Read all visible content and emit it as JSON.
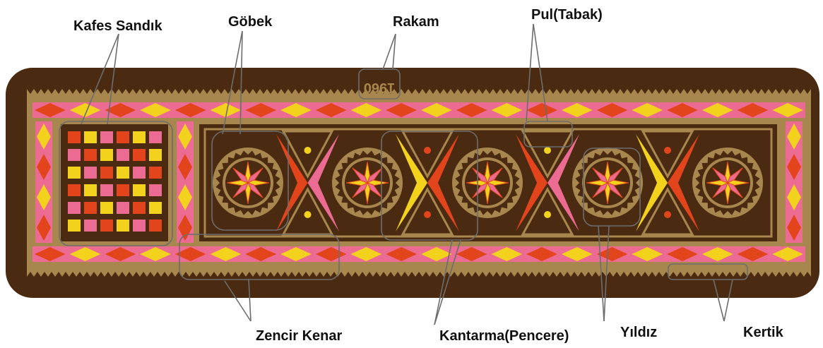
{
  "labels": {
    "kafes_sandik": "Kafes Sandık",
    "gobek": "Göbek",
    "rakam": "Rakam",
    "pul_tabak": "Pul(Tabak)",
    "zencir_kenar": "Zencir Kenar",
    "kantarma": "Kantarma(Pencere)",
    "yildiz": "Yıldız",
    "kertik": "Kertik"
  },
  "board": {
    "date_text": "1960"
  },
  "colors": {
    "dark_brown": "#4a2a10",
    "tan": "#a8874e",
    "pink": "#ec6b92",
    "red": "#e2441c",
    "yellow": "#f2d21c",
    "callout": "#6d6d6d"
  }
}
